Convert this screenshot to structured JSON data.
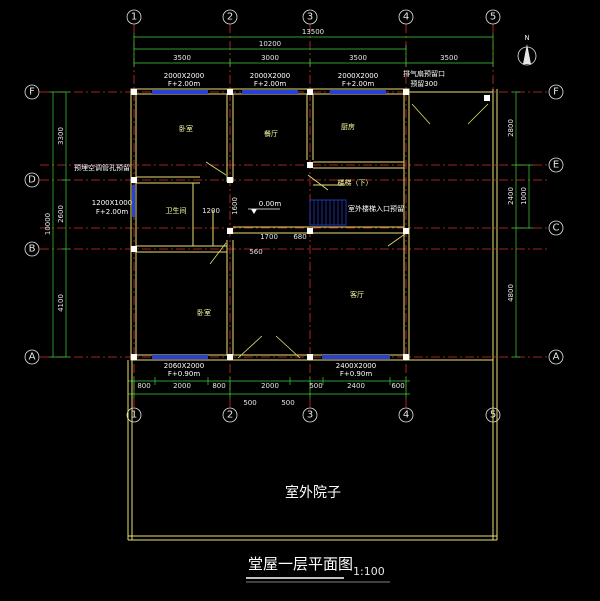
{
  "title": "堂屋一层平面图",
  "scale": "1:100",
  "north_label": "N",
  "axes_top": [
    "1",
    "2",
    "3",
    "4",
    "5"
  ],
  "axes_bottom": [
    "1",
    "2",
    "3",
    "4",
    "5"
  ],
  "axes_left": [
    "F",
    "D",
    "B",
    "A"
  ],
  "axes_right": [
    "F",
    "E",
    "C",
    "A"
  ],
  "dims_top_total": "13500",
  "dims_top_sub": "10200",
  "dims_top_bays": [
    "3500",
    "3000",
    "3500",
    "3500"
  ],
  "dims_bottom_row": [
    "800",
    "2000",
    "800",
    "2000",
    "500",
    "2400",
    "600"
  ],
  "dims_bottom_extra": [
    "500",
    "500"
  ],
  "dims_left_total": "10000",
  "dims_left_outer": [
    "3300",
    "2600",
    "4100"
  ],
  "dims_right_outer": [
    "2800",
    "2400",
    "4800"
  ],
  "dims_right_inner": "1000",
  "windows_top": [
    {
      "size": "2000X2000",
      "sill": "F+2.00m"
    },
    {
      "size": "2000X2000",
      "sill": "F+2.00m"
    },
    {
      "size": "2000X2000",
      "sill": "F+2.00m"
    }
  ],
  "window_top_note": [
    "排气扇预留口",
    "预留300"
  ],
  "windows_bottom": [
    {
      "size": "2060X2000",
      "sill": "F+0.90m"
    },
    {
      "size": "2400X2000",
      "sill": "F+0.90m"
    }
  ],
  "window_left": {
    "size": "1200X1000",
    "sill": "F+2.00m"
  },
  "rooms": {
    "bedroom_top": "卧室",
    "dining": "餐厅",
    "kitchen": "厨房",
    "bathroom": "卫生间",
    "stair": "楼梯（下）",
    "bedroom_bottom": "卧室",
    "living": "客厅"
  },
  "notes": {
    "left_wall": "预埋空调管孔预留",
    "stair_note": "室外楼梯入口预留"
  },
  "interior_dims": [
    "1200",
    "1600",
    "1700",
    "680",
    "560"
  ],
  "elevation": "0.00m",
  "yard": "室外院子"
}
